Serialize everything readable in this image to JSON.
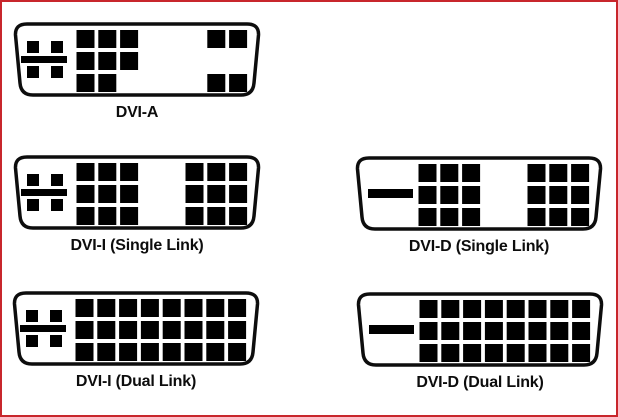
{
  "frame": {
    "border_color": "#c8262c"
  },
  "diagram": {
    "pin_color": "#000000",
    "outline_color": "#0d0d0d",
    "connector_fill": "#ffffff"
  },
  "connectors": [
    {
      "id": "dvi-a",
      "label": "DVI-A",
      "left_element": "analog-cross",
      "pin_rows": [
        [
          1,
          1,
          1,
          0,
          0,
          0,
          1,
          1
        ],
        [
          1,
          1,
          1,
          0,
          0,
          0,
          0,
          0
        ],
        [
          1,
          1,
          0,
          0,
          0,
          0,
          1,
          1
        ]
      ]
    },
    {
      "id": "dvi-i-single-link",
      "label": "DVI-I (Single Link)",
      "left_element": "analog-cross",
      "pin_rows": [
        [
          1,
          1,
          1,
          0,
          0,
          1,
          1,
          1
        ],
        [
          1,
          1,
          1,
          0,
          0,
          1,
          1,
          1
        ],
        [
          1,
          1,
          1,
          0,
          0,
          1,
          1,
          1
        ]
      ]
    },
    {
      "id": "dvi-d-single-link",
      "label": "DVI-D (Single Link)",
      "left_element": "flat-blade",
      "pin_rows": [
        [
          1,
          1,
          1,
          0,
          0,
          1,
          1,
          1
        ],
        [
          1,
          1,
          1,
          0,
          0,
          1,
          1,
          1
        ],
        [
          1,
          1,
          1,
          0,
          0,
          1,
          1,
          1
        ]
      ]
    },
    {
      "id": "dvi-i-dual-link",
      "label": "DVI-I (Dual Link)",
      "left_element": "analog-cross",
      "pin_rows": [
        [
          1,
          1,
          1,
          1,
          1,
          1,
          1,
          1
        ],
        [
          1,
          1,
          1,
          1,
          1,
          1,
          1,
          1
        ],
        [
          1,
          1,
          1,
          1,
          1,
          1,
          1,
          1
        ]
      ]
    },
    {
      "id": "dvi-d-dual-link",
      "label": "DVI-D (Dual Link)",
      "left_element": "flat-blade",
      "pin_rows": [
        [
          1,
          1,
          1,
          1,
          1,
          1,
          1,
          1
        ],
        [
          1,
          1,
          1,
          1,
          1,
          1,
          1,
          1
        ],
        [
          1,
          1,
          1,
          1,
          1,
          1,
          1,
          1
        ]
      ]
    }
  ]
}
